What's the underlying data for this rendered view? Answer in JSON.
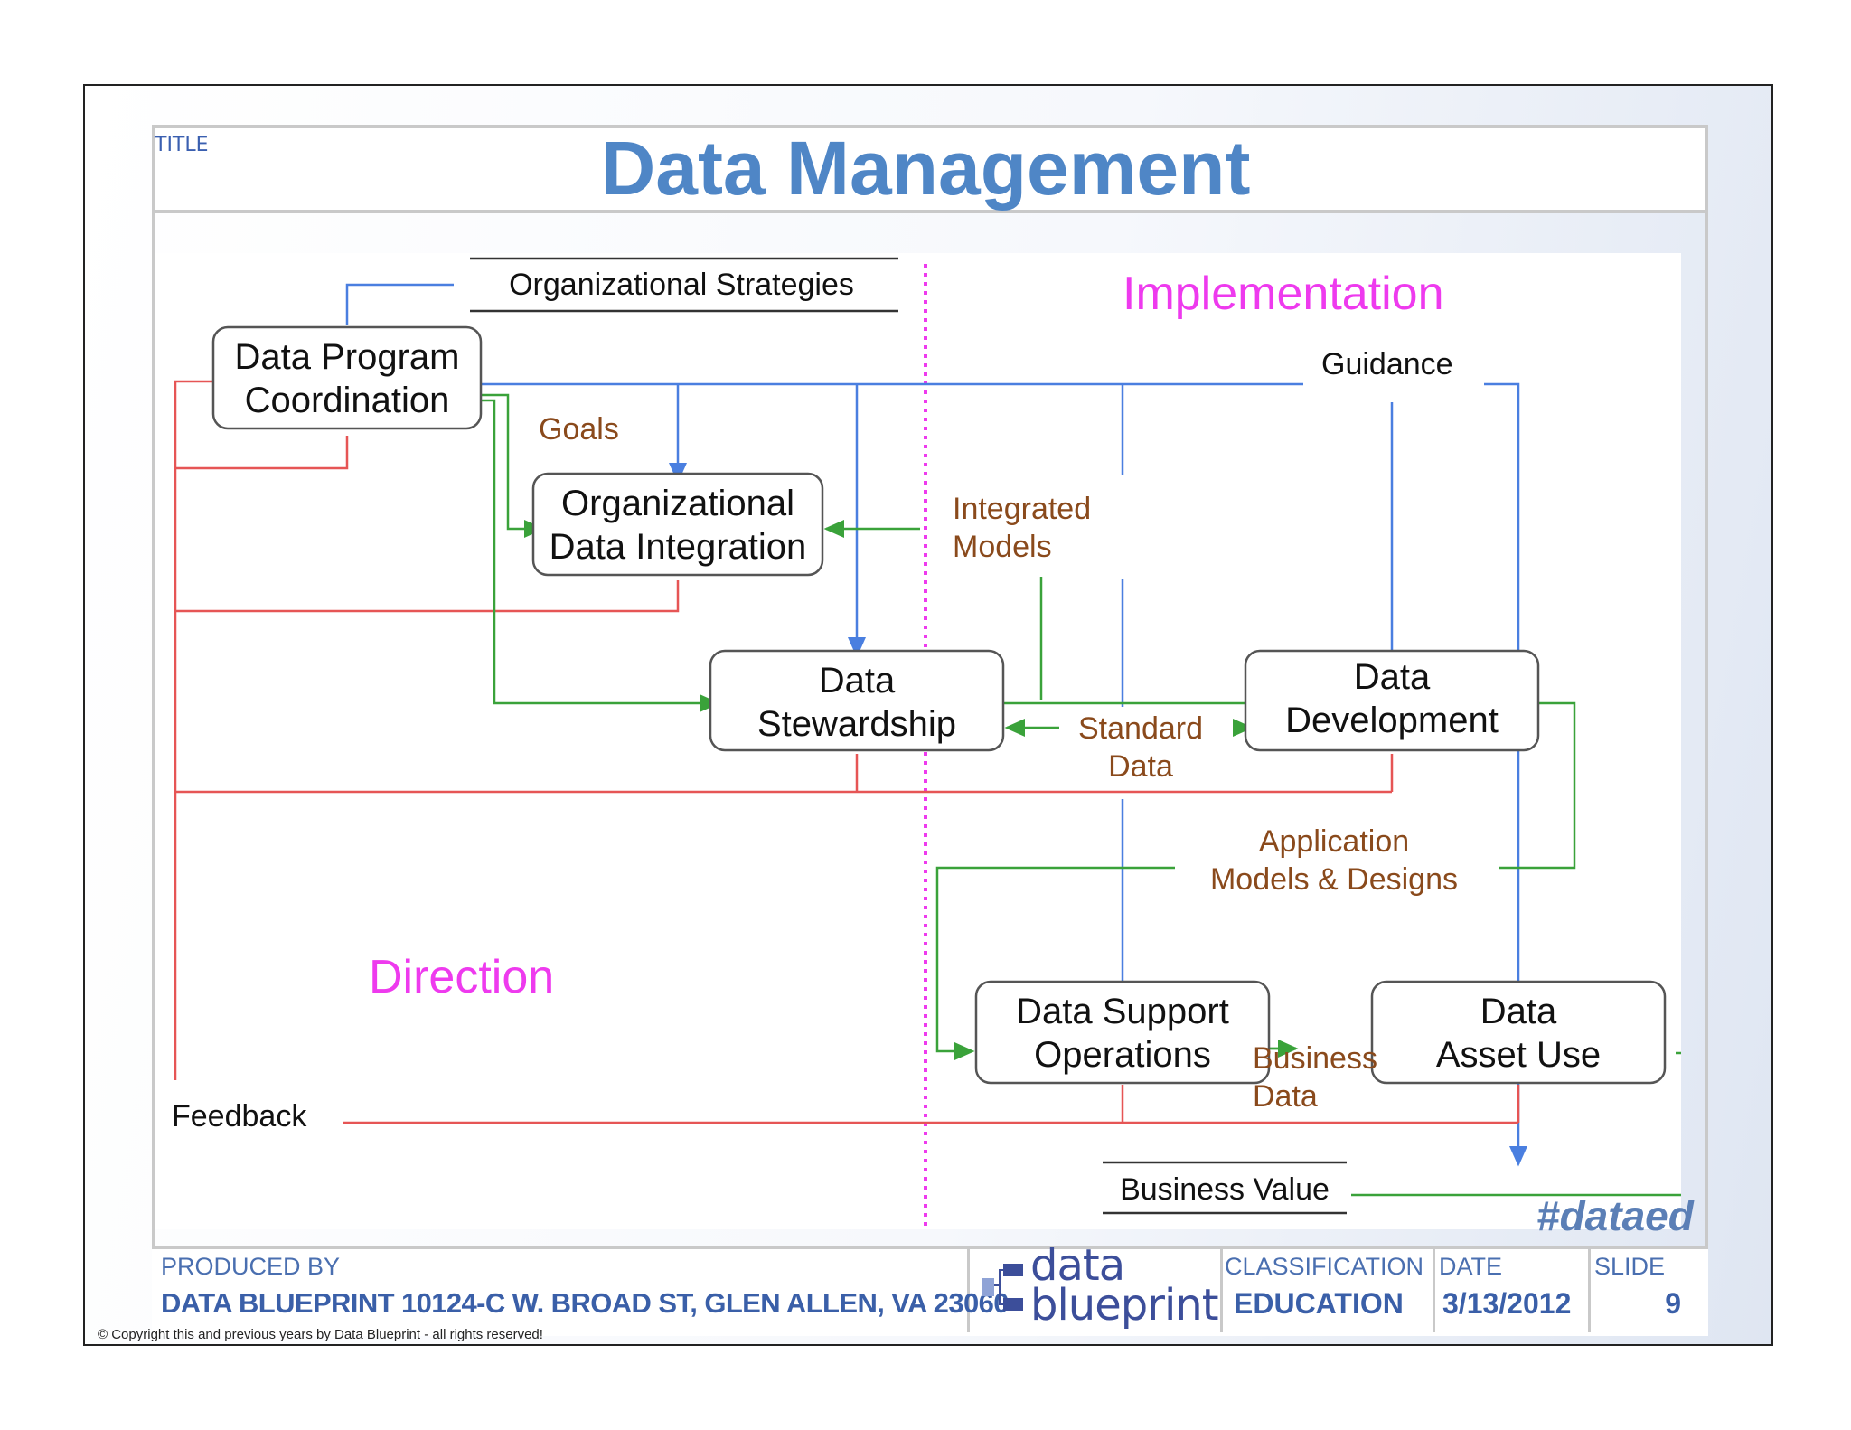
{
  "header": {
    "label": "TITLE",
    "title": "Data Management"
  },
  "diagram": {
    "nodes": {
      "coordination": [
        "Data Program",
        "Coordination"
      ],
      "integration": [
        "Organizational",
        "Data Integration"
      ],
      "stewardship": [
        "Data",
        "Stewardship"
      ],
      "development": [
        "Data",
        "Development"
      ],
      "support": [
        "Data Support",
        "Operations"
      ],
      "asset_use": [
        "Data",
        "Asset Use"
      ]
    },
    "labels": {
      "org_strategies": "Organizational Strategies",
      "guidance": "Guidance",
      "goals": "Goals",
      "integrated_models": [
        "Integrated",
        "Models"
      ],
      "standard_data": [
        "Standard",
        "Data"
      ],
      "app_models": [
        "Application",
        "Models & Designs"
      ],
      "business_data": [
        "Business",
        "Data"
      ],
      "feedback": "Feedback",
      "business_value": "Business Value"
    },
    "regions": {
      "implementation": "Implementation",
      "direction": "Direction"
    },
    "colors": {
      "guidance_lines": "#4a7fe0",
      "feedback_lines": "#e65555",
      "data_flow_lines": "#3aa23a",
      "region_divider": "#ee3aee",
      "region_labels": "#ee3aee",
      "flow_labels": "#8a4a1c"
    }
  },
  "hashtag": "#dataed",
  "footer": {
    "produced_by_label": "PRODUCED BY",
    "produced_by_value": "DATA BLUEPRINT 10124-C W. BROAD ST, GLEN ALLEN, VA 23060",
    "logo_line1": "data",
    "logo_line2": "blueprint",
    "classification_label": "CLASSIFICATION",
    "classification_value": "EDUCATION",
    "date_label": "DATE",
    "date_value": "3/13/2012",
    "slide_label": "SLIDE",
    "slide_value": "9"
  },
  "copyright": "© Copyright this and previous years by Data Blueprint  - all rights reserved!"
}
